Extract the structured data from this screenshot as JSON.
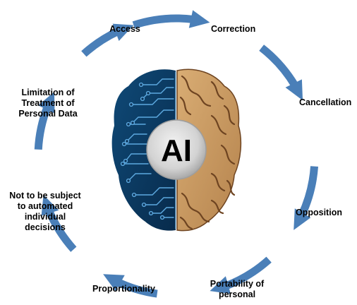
{
  "center_label": "AI",
  "rights": {
    "access": "Access",
    "correction": "Correction",
    "cancellation": "Cancellation",
    "opposition": "Opposition",
    "portability": [
      "Portability of",
      "personal"
    ],
    "proportionality": "Proportionality",
    "automated_decisions": [
      "Not to be subject",
      "to automated",
      "individual",
      "decisions"
    ],
    "limitation": [
      "Limitation of",
      "Treatment of",
      "Personal Data"
    ]
  },
  "colors": {
    "arrow": "#4a7fb8",
    "circuit_bg": "#0b3358",
    "circuit_trace": "#5da9e0",
    "brain": "#c99a62",
    "brain_fold": "#6e4421",
    "ai_circle": "#d9d9d9",
    "text": "#000000"
  },
  "icons": [
    "circular-arrow-icon",
    "brain-circuit-icon"
  ]
}
